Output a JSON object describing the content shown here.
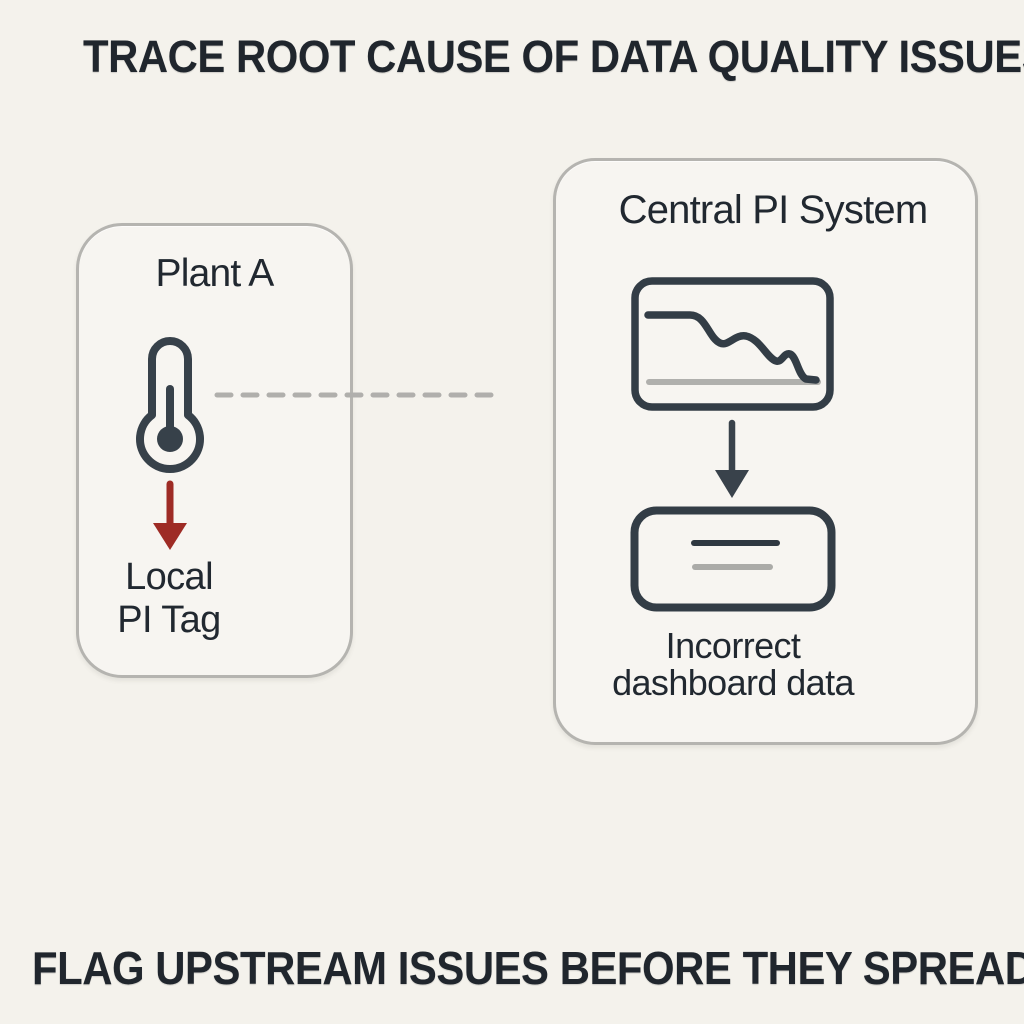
{
  "page": {
    "title": "TRACE ROOT CAUSE OF DATA QUALITY ISSUES",
    "footer": "FLAG UPSTREAM ISSUES BEFORE THEY SPREAD",
    "background_color": "#f4f2ec"
  },
  "colors": {
    "text_dark": "#20262d",
    "icon_dark": "#37414a",
    "accent_red": "#9e2b25",
    "border_gray": "#b5b4b0",
    "muted_gray": "#b0afac",
    "box_fill": "#f7f5f1"
  },
  "plant_box": {
    "title": "Plant A",
    "icon": "thermometer-icon",
    "arrow_icon": "red-down-arrow-icon",
    "caption_line1": "Local",
    "caption_line2": "PI Tag"
  },
  "central_box": {
    "title": "Central PI System",
    "chart_icon": "declining-trend-chart-icon",
    "arrow_icon": "down-arrow-icon",
    "card_icon": "dashboard-card-icon",
    "caption_line1": "Incorrect",
    "caption_line2": "dashboard data"
  },
  "connector": {
    "name": "dashed-connector-line",
    "style": "dashed",
    "from": "Plant A thermometer",
    "to": "Central PI System"
  }
}
